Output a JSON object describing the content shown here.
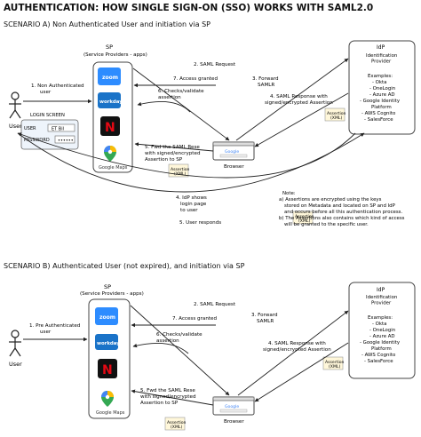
{
  "title": "AUTHENTICATION: HOW SINGLE SIGN-ON (SSO) WORKS WITH SAML2.0",
  "scenarios": [
    {
      "heading": "SCENARIO A) Non Authenticated User and initiation via SP",
      "user_label": "User",
      "sp": {
        "title": "SP",
        "subtitle": "(Service Providers - apps)"
      },
      "apps": [
        "zoom",
        "workday",
        "N",
        "Google Maps"
      ],
      "idp": {
        "title": "IdP",
        "subtitle": "Identification Provider",
        "examples_label": "Examples:",
        "examples": [
          "- Okta",
          "- OneLogin",
          "- Azure AD",
          "- Google Identity",
          "Platform",
          "- AWS Cognito",
          "- SalesForce"
        ]
      },
      "browser_label": "Browser",
      "browser_mini": "Google",
      "assertion_label": "Assertion",
      "assertion_sub": "(XML)",
      "steps": {
        "s1": "1. Non Authenticated user",
        "s2": "2. SAML Request",
        "s3": "3. Forward SAMLR",
        "s4": "4. IdP shows login page to user",
        "s5": "5. User responds",
        "s6": "4. SAML Response with signed/encrypted Assertion",
        "s7": "7. Access granted",
        "s8": "6. Checks/validate assertion",
        "s9": "5. Fwd the SAML Rese with signed/encrypted Assertion to SP"
      },
      "login": {
        "title": "LOGIN SCREEN",
        "user_label": "USER",
        "user_value": "ET Bil",
        "password_label": "PASSWORD",
        "password_value": "••••••"
      },
      "note": [
        "Note:",
        "a) Assertions are encrypted using the keys",
        "stored on Metadata and located on SP and IdP",
        "and occurs before all this authentication process.",
        "b) The Assertions also contains which kind of access",
        "will be granted to the specific user."
      ]
    },
    {
      "heading": "SCENARIO B) Authenticated User (not expired), and initiation via SP",
      "user_label": "User",
      "sp": {
        "title": "SP",
        "subtitle": "(Service Providers - apps)"
      },
      "apps": [
        "zoom",
        "workday",
        "N",
        "Google Maps"
      ],
      "idp": {
        "title": "IdP",
        "subtitle": "Identification Provider",
        "examples_label": "Examples:",
        "examples": [
          "- Okta",
          "- OneLogin",
          "- Azure AD",
          "- Google Identity",
          "Platform",
          "- AWS Cognito",
          "- SalesForce"
        ]
      },
      "browser_label": "Browser",
      "browser_mini": "Google",
      "assertion_label": "Assertion",
      "assertion_sub": "(XML)",
      "steps": {
        "s1": "1. Pre Authenticated user",
        "s2": "2. SAML Request",
        "s3": "3. Forward SAMLR",
        "s6": "4. SAML Response with signed/encrypted Assertion",
        "s7": "7. Access granted",
        "s8": "6. Checks/validate assertion",
        "s9": "5. Fwd the SAML Rese with signed/encrypted Assertion to SP"
      }
    }
  ],
  "colors": {
    "zoom": "#2d8cff",
    "workday": "#1a73c8",
    "netflix_bg": "#111111",
    "netflix_red": "#e50914",
    "box_border": "#444444",
    "login_bg": "#eef4fb",
    "assertion_bg": "#fff7da"
  }
}
